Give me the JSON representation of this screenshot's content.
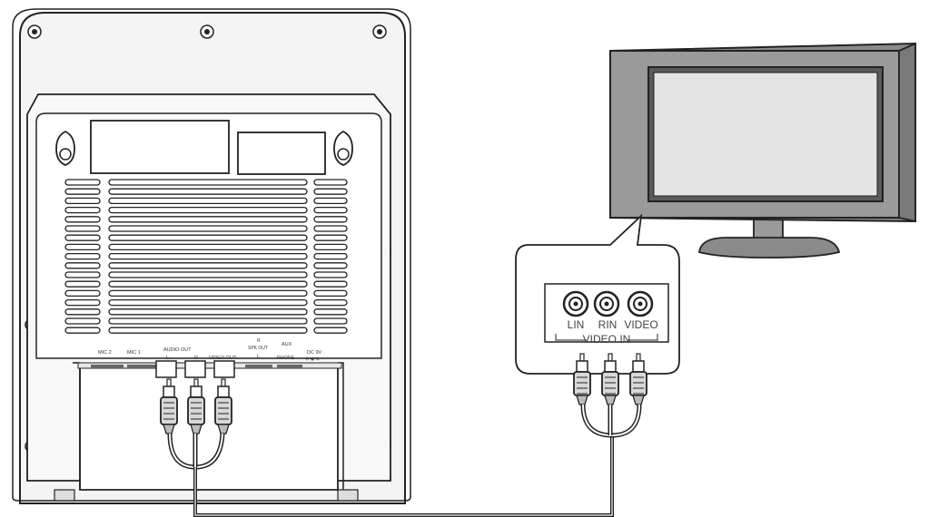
{
  "device_back": {
    "port_labels": {
      "mic2": "MIC 2",
      "mic1": "MIC 1",
      "audio_out": "AUDIO OUT",
      "audio_out_l": "L",
      "audio_out_r": "R",
      "video_out": "VIDEO OUT",
      "spk_out": "SPK OUT",
      "spk_out_r": "R",
      "spk_out_l": "L",
      "aux": "AUX",
      "phone": "PHONE",
      "dc_in": "DC 9V",
      "dc_symbol": "⊖-◉-⊕"
    }
  },
  "tv": {
    "jacks": {
      "lin": "LIN",
      "rin": "RIN",
      "video": "VIDEO",
      "group_label": "VIDEO IN"
    }
  },
  "colors": {
    "line": "#222222",
    "tv_body": "#9a9a9a",
    "tv_screen": "#e4e4e4",
    "panel": "#ffffff"
  }
}
